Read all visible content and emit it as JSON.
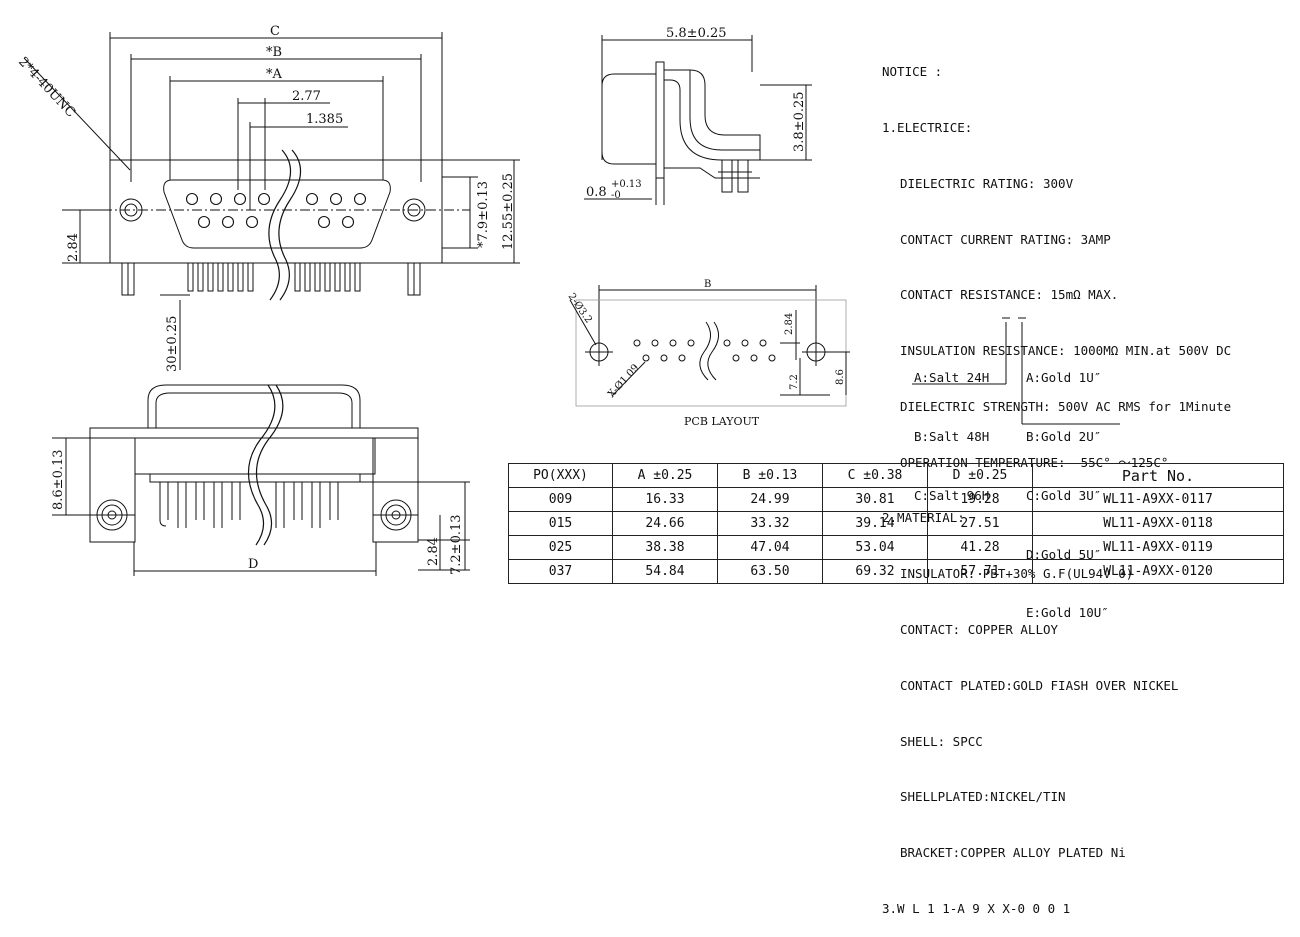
{
  "front_view": {
    "dim_c": "C",
    "dim_b": "*B",
    "dim_a": "*A",
    "dim_pitch": "2.77",
    "dim_half_pitch": "1.385",
    "dim_thread": "2*4-40UNC",
    "dim_height_a": "*7.9±0.13",
    "dim_height_b": "12.55±0.25",
    "dim_offset": "2.84",
    "dim_lead": "30±0.25"
  },
  "side_view": {
    "dim_depth": "5.8±0.25",
    "dim_height": "3.8±0.25",
    "dim_thickness": "0.8",
    "dim_tol_plus": "+0.13",
    "dim_tol_minus": "-0"
  },
  "bottom_view": {
    "dim_d": "D",
    "dim_left": "8.6±0.13",
    "dim_right_a": "2.84",
    "dim_right_b": "7.2±0.13"
  },
  "pcb_layout": {
    "caption": "PCB LAYOUT",
    "dim_b": "B",
    "dim_hole_big": "2-Ø3.2",
    "dim_hole_small": "X-Ø1.09",
    "dim_284": "2.84",
    "dim_72": "7.2",
    "dim_86": "8.6"
  },
  "notice": {
    "title": "NOTICE :",
    "section1": "1.ELECTRICE:",
    "lines1": [
      "DIELECTRIC RATING: 300V",
      "CONTACT CURRENT RATING: 3AMP",
      "CONTACT RESISTANCE: 15mΩ MAX.",
      "INSULATION RESISTANCE: 1000MΩ MIN.at 500V DC",
      "DIELECTRIC STRENGTH: 500V AC RMS for 1Minute",
      "OPERATION TEMPERATURE: -55C° ～125C°"
    ],
    "section2": "2.MATERIAL:",
    "lines2": [
      "INSULATOR: PBT+30% G.F(UL94V-0)",
      "CONTACT: COPPER ALLOY",
      "CONTACT PLATED:GOLD FIASH OVER NICKEL",
      "SHELL: SPCC",
      "SHELLPLATED:NICKEL/TIN",
      "BRACKET:COPPER ALLOY PLATED Ni"
    ],
    "section3": "3.W L 1 1-A 9 X X-0 0 0 1",
    "salt": [
      "A:Salt 24H",
      "B:Salt 48H",
      "C:Salt 96H"
    ],
    "gold": [
      "A:Gold 1U″",
      "B:Gold 2U″",
      "C:Gold 3U″",
      "D:Gold 5U″",
      "E:Gold 10U″"
    ]
  },
  "table": {
    "headers": [
      "PO(XXX)",
      "A ±0.25",
      "B ±0.13",
      "C ±0.38",
      "D ±0.25",
      "Part  No."
    ],
    "rows": [
      [
        "009",
        "16.33",
        "24.99",
        "30.81",
        "19.28",
        "WL11-A9XX-0117"
      ],
      [
        "015",
        "24.66",
        "33.32",
        "39.14",
        "27.51",
        "WL11-A9XX-0118"
      ],
      [
        "025",
        "38.38",
        "47.04",
        "53.04",
        "41.28",
        "WL11-A9XX-0119"
      ],
      [
        "037",
        "54.84",
        "63.50",
        "69.32",
        "57.71",
        "WL11-A9XX-0120"
      ]
    ]
  }
}
